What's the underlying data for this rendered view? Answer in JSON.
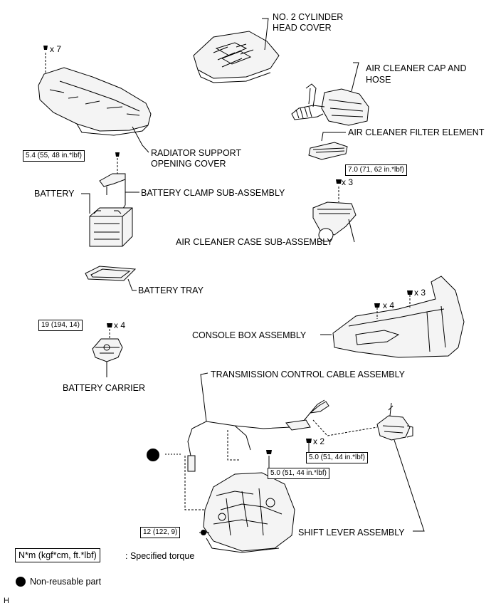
{
  "labels": {
    "head_cover_1": "NO. 2 CYLINDER",
    "head_cover_2": "HEAD COVER",
    "air_cap_1": "AIR CLEANER CAP AND",
    "air_cap_2": "HOSE",
    "filter": "AIR CLEANER FILTER ELEMENT",
    "radiator_1": "RADIATOR SUPPORT",
    "radiator_2": "OPENING COVER",
    "battery": "BATTERY",
    "battery_clamp": "BATTERY CLAMP SUB-ASSEMBLY",
    "air_case": "AIR CLEANER CASE SUB-ASSEMBLY",
    "battery_tray": "BATTERY TRAY",
    "console": "CONSOLE BOX ASSEMBLY",
    "battery_carrier": "BATTERY CARRIER",
    "trans_cable": "TRANSMISSION CONTROL CABLE ASSEMBLY",
    "shift_lever": "SHIFT LEVER ASSEMBLY",
    "corner": "H"
  },
  "quantities": {
    "radiator_bolts": "x 7",
    "air_case_bolts": "x 3",
    "console_a": "x 4",
    "console_b": "x 3",
    "carrier_bolts": "x 4",
    "cable_nuts": "x 2"
  },
  "torques": {
    "clamp": "5.4 (55, 48 in.*lbf)",
    "air_case": "7.0 (71, 62 in.*lbf)",
    "carrier": "19 (194, 14)",
    "cable_a": "5.0 (51, 44 in.*lbf)",
    "cable_b": "5.0 (51, 44 in.*lbf)",
    "trans": "12 (122, 9)"
  },
  "legend": {
    "unit_box": "N*m (kgf*cm, ft.*lbf)",
    "unit_text": ": Specified torque",
    "nonreusable": "Non-reusable part"
  }
}
